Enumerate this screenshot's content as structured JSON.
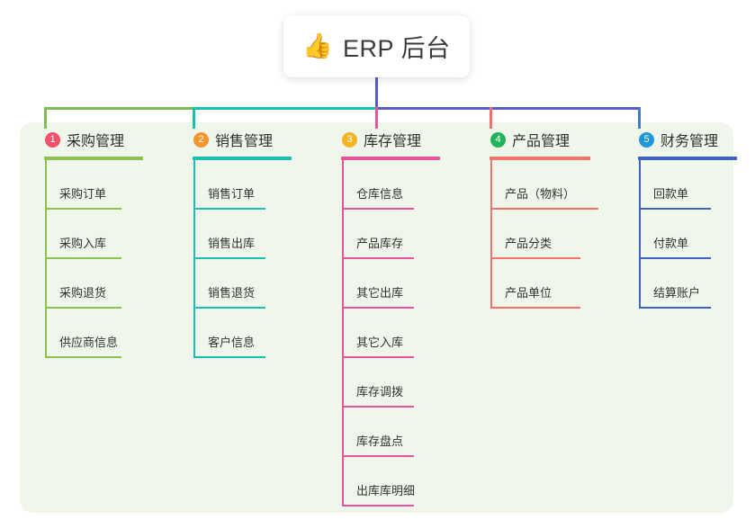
{
  "root": {
    "icon": "thumbs-up-icon",
    "icon_glyph": "👍",
    "title": "ERP 后台"
  },
  "panel": {
    "background_color": "#eff7ea"
  },
  "connectors": {
    "stem_color": "#5a5ac8",
    "bar_segments": [
      {
        "color": "#7ebd51"
      },
      {
        "color": "#16c0ae"
      },
      {
        "color": "#5a5ac8"
      }
    ],
    "drops": [
      "#7ebd51",
      "#16c0ae",
      "#e8589f",
      "#f2716b",
      "#4a78c8"
    ]
  },
  "columns": [
    {
      "number": "1",
      "title": "采购管理",
      "badge_color": "#f4516c",
      "line_color": "#8cc152",
      "items": [
        {
          "label": "采购订单"
        },
        {
          "label": "采购入库"
        },
        {
          "label": "采购退货"
        },
        {
          "label": "供应商信息"
        }
      ]
    },
    {
      "number": "2",
      "title": "销售管理",
      "badge_color": "#f3962f",
      "line_color": "#1abfb4",
      "items": [
        {
          "label": "销售订单"
        },
        {
          "label": "销售出库"
        },
        {
          "label": "销售退货"
        },
        {
          "label": "客户信息"
        }
      ]
    },
    {
      "number": "3",
      "title": "库存管理",
      "badge_color": "#f5b426",
      "line_color": "#e8539e",
      "items": [
        {
          "label": "仓库信息"
        },
        {
          "label": "产品库存"
        },
        {
          "label": "其它出库"
        },
        {
          "label": "其它入库"
        },
        {
          "label": "库存调拨"
        },
        {
          "label": "库存盘点"
        },
        {
          "label": "出库库明细"
        }
      ]
    },
    {
      "number": "4",
      "title": "产品管理",
      "badge_color": "#21b35c",
      "line_color": "#f4726c",
      "items": [
        {
          "label": "产品（物料）"
        },
        {
          "label": "产品分类"
        },
        {
          "label": "产品单位"
        }
      ]
    },
    {
      "number": "5",
      "title": "财务管理",
      "badge_color": "#2196d9",
      "line_color": "#3f62c4",
      "items": [
        {
          "label": "回款单"
        },
        {
          "label": "付款单"
        },
        {
          "label": "结算账户"
        }
      ]
    }
  ]
}
